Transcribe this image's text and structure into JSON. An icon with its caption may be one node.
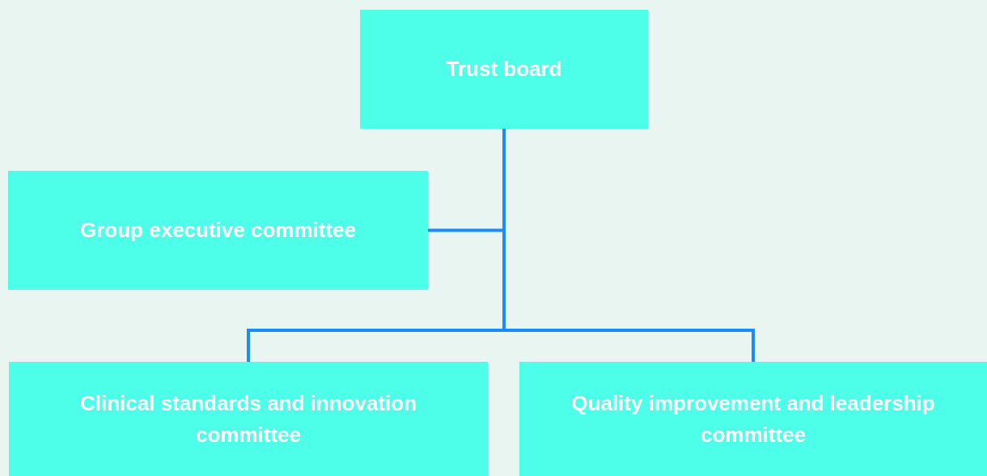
{
  "diagram": {
    "nodes": [
      {
        "text": [
          "Trust board"
        ]
      },
      {
        "text": [
          "Group executive committee"
        ]
      },
      {
        "text": [
          "Clinical standards and innovation committee"
        ]
      },
      {
        "text": [
          "Quality improvement and leadership committee"
        ]
      }
    ],
    "edges": [
      {
        "from": 0,
        "to": 1,
        "arrow": "none"
      },
      {
        "from": 0,
        "to": 2,
        "arrow": "none"
      },
      {
        "from": 0,
        "to": 3,
        "arrow": "none"
      }
    ]
  }
}
